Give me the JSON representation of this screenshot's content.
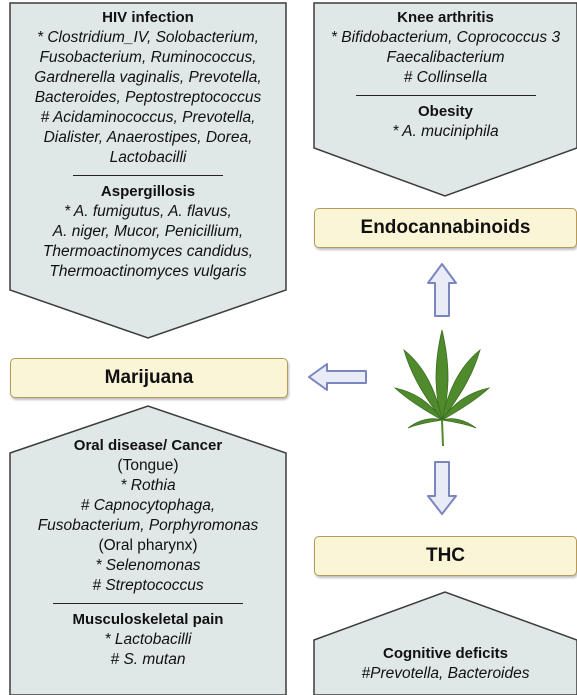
{
  "colors": {
    "panel_fill": "#dfe8e7",
    "panel_stroke": "#3c3c3c",
    "label_fill": "#fbf5d8",
    "label_stroke": "#b89a58",
    "arrow_fill": "#e9ecf6",
    "arrow_stroke": "#7b86bf",
    "leaf": "#4f8a2c"
  },
  "icons": [
    "cannabis-leaf-icon",
    "arrow-left-icon",
    "arrow-up-icon",
    "arrow-down-icon"
  ],
  "panels": {
    "hiv": {
      "title": "HIV infection",
      "lines": [
        "* Clostridium_IV, Solobacterium,",
        "Fusobacterium, Ruminococcus,",
        "Gardnerella vaginalis, Prevotella,",
        "Bacteroides, Peptostreptococcus",
        "# Acidaminococcus, Prevotella,",
        "Dialister, Anaerostipes, Dorea,",
        "Lactobacilli"
      ],
      "title2": "Aspergillosis",
      "lines2": [
        "* A. fumigutus, A. flavus,",
        "A. niger, Mucor, Penicillium,",
        "Thermoactinomyces candidus,",
        "Thermoactinomyces vulgaris"
      ]
    },
    "knee": {
      "title": "Knee arthritis",
      "lines": [
        "* Bifidobacterium, Coprococcus 3",
        "Faecalibacterium",
        "# Collinsella"
      ],
      "title2": "Obesity",
      "lines2": [
        "* A. muciniphila"
      ]
    },
    "oral": {
      "title": "Oral disease/ Cancer",
      "sub1": "(Tongue)",
      "l1": "* Rothia",
      "l2": "# Capnocytophaga,",
      "l3": "Fusobacterium, Porphyromonas",
      "sub2": "(Oral pharynx)",
      "l4": "* Selenomonas",
      "l5": "# Streptococcus",
      "title2": "Musculoskeletal pain",
      "l6": "* Lactobacilli",
      "l7": "# S. mutan"
    },
    "cognitive": {
      "title": "Cognitive deficits",
      "line": "#Prevotella, Bacteroides"
    }
  },
  "labels": {
    "endocannabinoids": "Endocannabinoids",
    "marijuana": "Marijuana",
    "thc": "THC"
  }
}
